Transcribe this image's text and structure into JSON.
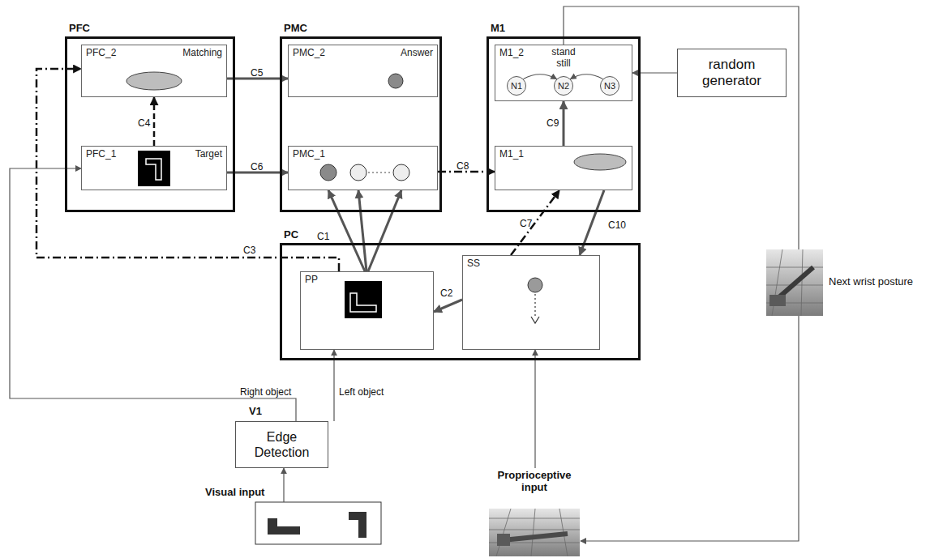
{
  "diagram": {
    "nodes": [
      {
        "text": [
          "PFC"
        ]
      },
      {
        "text": [
          "PFC_2",
          "Matching"
        ],
        "in": 0
      },
      {
        "text": [
          "PFC_1",
          "Target"
        ],
        "in": 0
      },
      {
        "text": [
          "PMC"
        ]
      },
      {
        "text": [
          "PMC_2",
          "Answer"
        ],
        "in": 3
      },
      {
        "text": [
          "PMC_1"
        ],
        "in": 3
      },
      {
        "text": [
          "M1"
        ]
      },
      {
        "text": [
          "M1_2",
          "stand still"
        ],
        "in": 6
      },
      {
        "text": [
          "N1"
        ],
        "in": 7
      },
      {
        "text": [
          "N2"
        ],
        "in": 7
      },
      {
        "text": [
          "N3"
        ],
        "in": 7
      },
      {
        "text": [
          "M1_1"
        ],
        "in": 6
      },
      {
        "text": [
          "random generator"
        ]
      },
      {
        "text": [
          "PC"
        ]
      },
      {
        "text": [
          "PP"
        ],
        "in": 13
      },
      {
        "text": [
          "SS"
        ],
        "in": 13
      },
      {
        "text": [
          "V1",
          "Edge Detection"
        ]
      },
      {
        "text": [
          "Visual input"
        ]
      },
      {
        "text": [
          "Proprioceptive input"
        ]
      },
      {
        "text": [
          "Next wrist posture"
        ]
      }
    ],
    "edges": [
      {
        "from": 14,
        "to": 5,
        "arrow": "to",
        "label": "C1"
      },
      {
        "from": 14,
        "to": 5,
        "arrow": "to"
      },
      {
        "from": 14,
        "to": 5,
        "arrow": "to"
      },
      {
        "from": 15,
        "to": 14,
        "arrow": "to",
        "label": "C2"
      },
      {
        "from": 14,
        "to": 1,
        "arrow": "to",
        "label": "C3"
      },
      {
        "from": 2,
        "to": 1,
        "arrow": "to",
        "label": "C4"
      },
      {
        "from": 1,
        "to": 4,
        "arrow": "to",
        "label": "C5"
      },
      {
        "from": 2,
        "to": 5,
        "arrow": "to",
        "label": "C6"
      },
      {
        "from": 15,
        "to": 11,
        "arrow": "to",
        "label": "C7"
      },
      {
        "from": 5,
        "to": 11,
        "arrow": "to",
        "label": "C8"
      },
      {
        "from": 11,
        "to": 7,
        "arrow": "to",
        "label": "C9"
      },
      {
        "from": 11,
        "to": 15,
        "arrow": "to",
        "label": "C10"
      },
      {
        "from": 8,
        "to": 9,
        "arrow": "to"
      },
      {
        "from": 10,
        "to": 9,
        "arrow": "to"
      },
      {
        "from": 12,
        "to": 7,
        "arrow": "to"
      },
      {
        "from": 7,
        "to": 19,
        "arrow": "none"
      },
      {
        "from": 19,
        "to": 18,
        "arrow": "to"
      },
      {
        "from": 18,
        "to": 15,
        "arrow": "to"
      },
      {
        "from": 17,
        "to": 16,
        "arrow": "to"
      },
      {
        "from": 16,
        "to": 2,
        "arrow": "to",
        "label": "Right object"
      },
      {
        "from": 16,
        "to": 14,
        "arrow": "to",
        "label": "Left object"
      }
    ]
  }
}
